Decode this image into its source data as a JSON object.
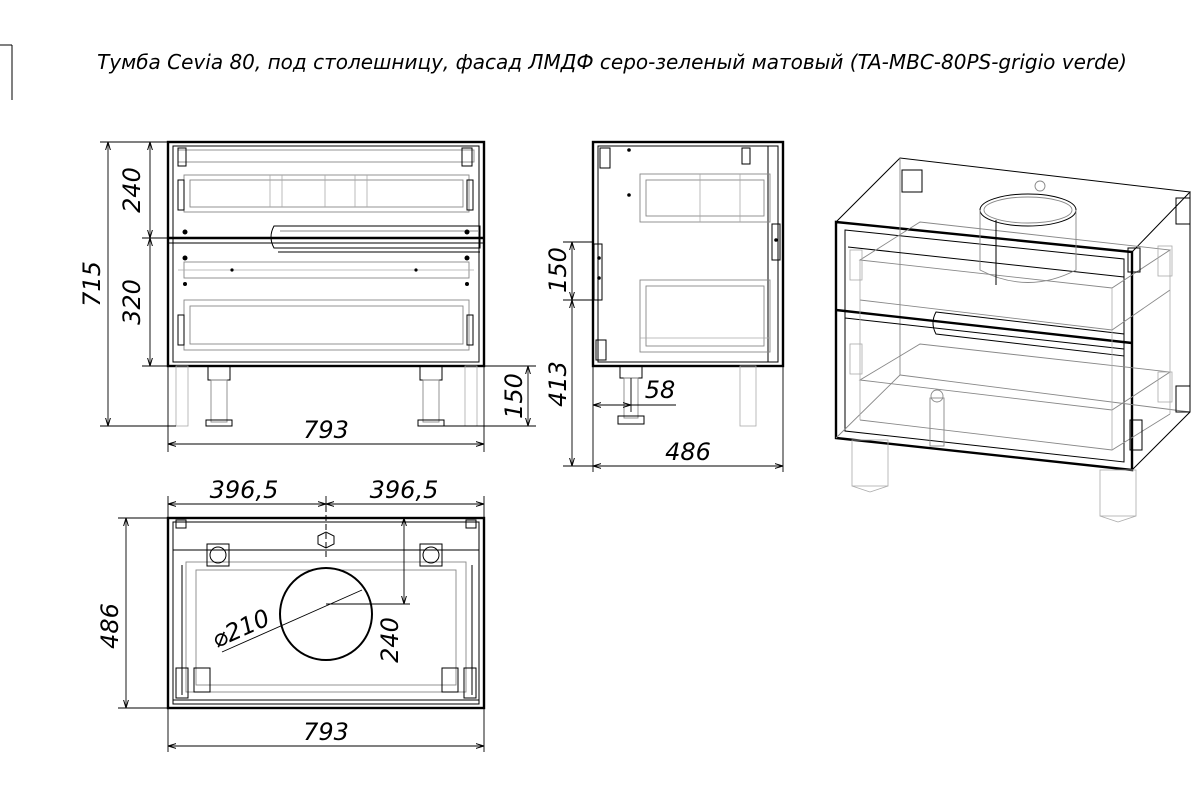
{
  "title": "Тумба Cevia 80, под столешницу, фасад ЛМДФ серо-зеленый матовый (TA-MBC-80PS-grigio verde)",
  "front_view": {
    "height_total": "715",
    "drawer_top": "240",
    "drawer_bottom": "320",
    "legs": "150",
    "width": "793"
  },
  "side_view": {
    "panel_height": "150",
    "floor_to_panel": "413",
    "leg_offset": "58",
    "depth": "486"
  },
  "top_view": {
    "half_left": "396,5",
    "half_right": "396,5",
    "depth": "486",
    "hole_diameter": "⌀210",
    "hole_offset": "240",
    "width": "793"
  }
}
